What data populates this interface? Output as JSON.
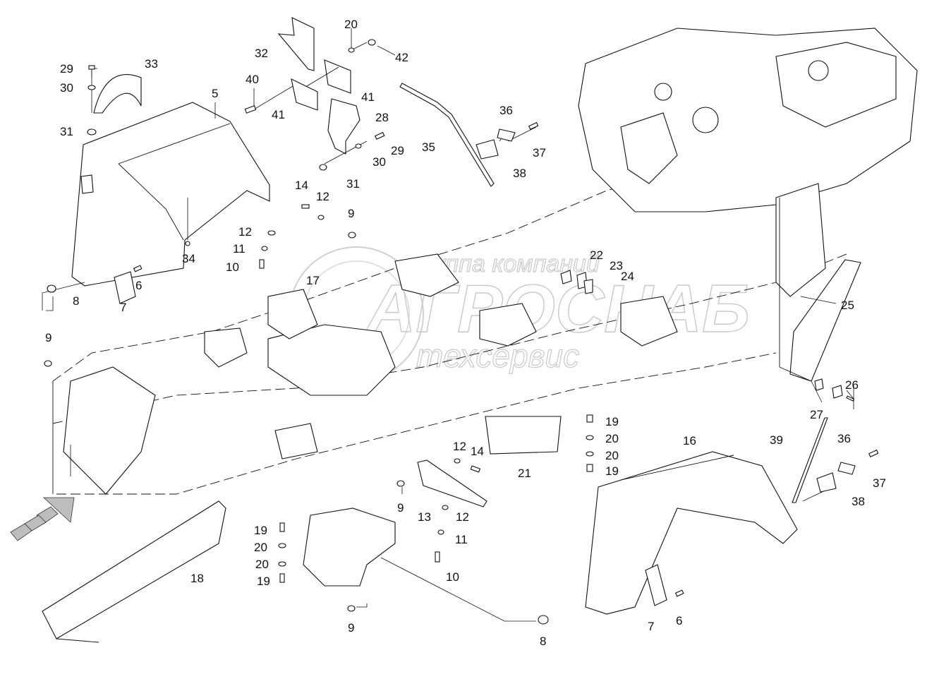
{
  "diagram": {
    "type": "exploded-parts-view",
    "watermark": {
      "line1": "группа компаний",
      "line2": "АГРОСНАБ",
      "line3": "техсервис"
    },
    "direction_arrow": "forward-direction-arrow",
    "callouts": [
      {
        "id": "c5",
        "label": "5"
      },
      {
        "id": "c6a",
        "label": "6"
      },
      {
        "id": "c6b",
        "label": "6"
      },
      {
        "id": "c7a",
        "label": "7"
      },
      {
        "id": "c7b",
        "label": "7"
      },
      {
        "id": "c8a",
        "label": "8"
      },
      {
        "id": "c8b",
        "label": "8"
      },
      {
        "id": "c9a",
        "label": "9"
      },
      {
        "id": "c9b",
        "label": "9"
      },
      {
        "id": "c9c",
        "label": "9"
      },
      {
        "id": "c9d",
        "label": "9"
      },
      {
        "id": "c10a",
        "label": "10"
      },
      {
        "id": "c10b",
        "label": "10"
      },
      {
        "id": "c11a",
        "label": "11"
      },
      {
        "id": "c11b",
        "label": "11"
      },
      {
        "id": "c12a",
        "label": "12"
      },
      {
        "id": "c12b",
        "label": "12"
      },
      {
        "id": "c12c",
        "label": "12"
      },
      {
        "id": "c12d",
        "label": "12"
      },
      {
        "id": "c13",
        "label": "13"
      },
      {
        "id": "c14a",
        "label": "14"
      },
      {
        "id": "c14b",
        "label": "14"
      },
      {
        "id": "c16",
        "label": "16"
      },
      {
        "id": "c17",
        "label": "17"
      },
      {
        "id": "c18",
        "label": "18"
      },
      {
        "id": "c19a",
        "label": "19"
      },
      {
        "id": "c19b",
        "label": "19"
      },
      {
        "id": "c19c",
        "label": "19"
      },
      {
        "id": "c19d",
        "label": "19"
      },
      {
        "id": "c20a",
        "label": "20"
      },
      {
        "id": "c20b",
        "label": "20"
      },
      {
        "id": "c20c",
        "label": "20"
      },
      {
        "id": "c20d",
        "label": "20"
      },
      {
        "id": "c20e",
        "label": "20"
      },
      {
        "id": "c21",
        "label": "21"
      },
      {
        "id": "c22",
        "label": "22"
      },
      {
        "id": "c23",
        "label": "23"
      },
      {
        "id": "c24",
        "label": "24"
      },
      {
        "id": "c25",
        "label": "25"
      },
      {
        "id": "c26",
        "label": "26"
      },
      {
        "id": "c27",
        "label": "27"
      },
      {
        "id": "c28",
        "label": "28"
      },
      {
        "id": "c29a",
        "label": "29"
      },
      {
        "id": "c29b",
        "label": "29"
      },
      {
        "id": "c30a",
        "label": "30"
      },
      {
        "id": "c30b",
        "label": "30"
      },
      {
        "id": "c31a",
        "label": "31"
      },
      {
        "id": "c31b",
        "label": "31"
      },
      {
        "id": "c32",
        "label": "32"
      },
      {
        "id": "c33",
        "label": "33"
      },
      {
        "id": "c34",
        "label": "34"
      },
      {
        "id": "c35",
        "label": "35"
      },
      {
        "id": "c36a",
        "label": "36"
      },
      {
        "id": "c36b",
        "label": "36"
      },
      {
        "id": "c37a",
        "label": "37"
      },
      {
        "id": "c37b",
        "label": "37"
      },
      {
        "id": "c38a",
        "label": "38"
      },
      {
        "id": "c38b",
        "label": "38"
      },
      {
        "id": "c39",
        "label": "39"
      },
      {
        "id": "c40",
        "label": "40"
      },
      {
        "id": "c41a",
        "label": "41"
      },
      {
        "id": "c41b",
        "label": "41"
      },
      {
        "id": "c42",
        "label": "42"
      }
    ]
  }
}
